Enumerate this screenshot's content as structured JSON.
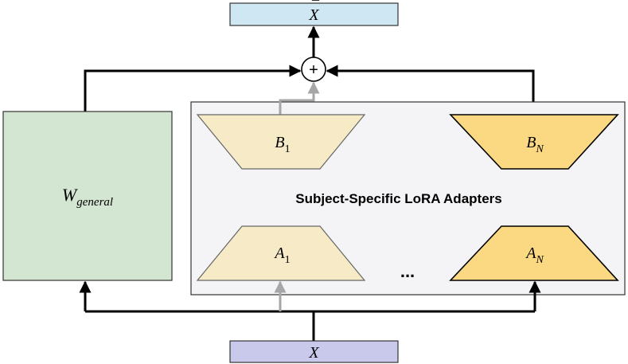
{
  "output_label": {
    "main": "X",
    "accent": "¯"
  },
  "input_label": "X",
  "sum_symbol": "+",
  "general_weight": {
    "main": "W",
    "sub": "general"
  },
  "adapters_title": "Subject-Specific LoRA Adapters",
  "ellipsis": "...",
  "adapter_first": {
    "b": {
      "main": "B",
      "sub": "1"
    },
    "a": {
      "main": "A",
      "sub": "1"
    }
  },
  "adapter_last": {
    "b": {
      "main": "B",
      "sub": "N"
    },
    "a": {
      "main": "A",
      "sub": "N"
    }
  },
  "colors": {
    "output_box": "#cfe6f3",
    "input_box": "#c9c9ec",
    "general_box": "#d3e6d1",
    "adapters_panel": "#f4f4f6",
    "adapter_inactive": "#f6ebc6",
    "adapter_active": "#fbd982",
    "arrow_active": "#000000",
    "arrow_inactive": "#a6a6a6"
  }
}
